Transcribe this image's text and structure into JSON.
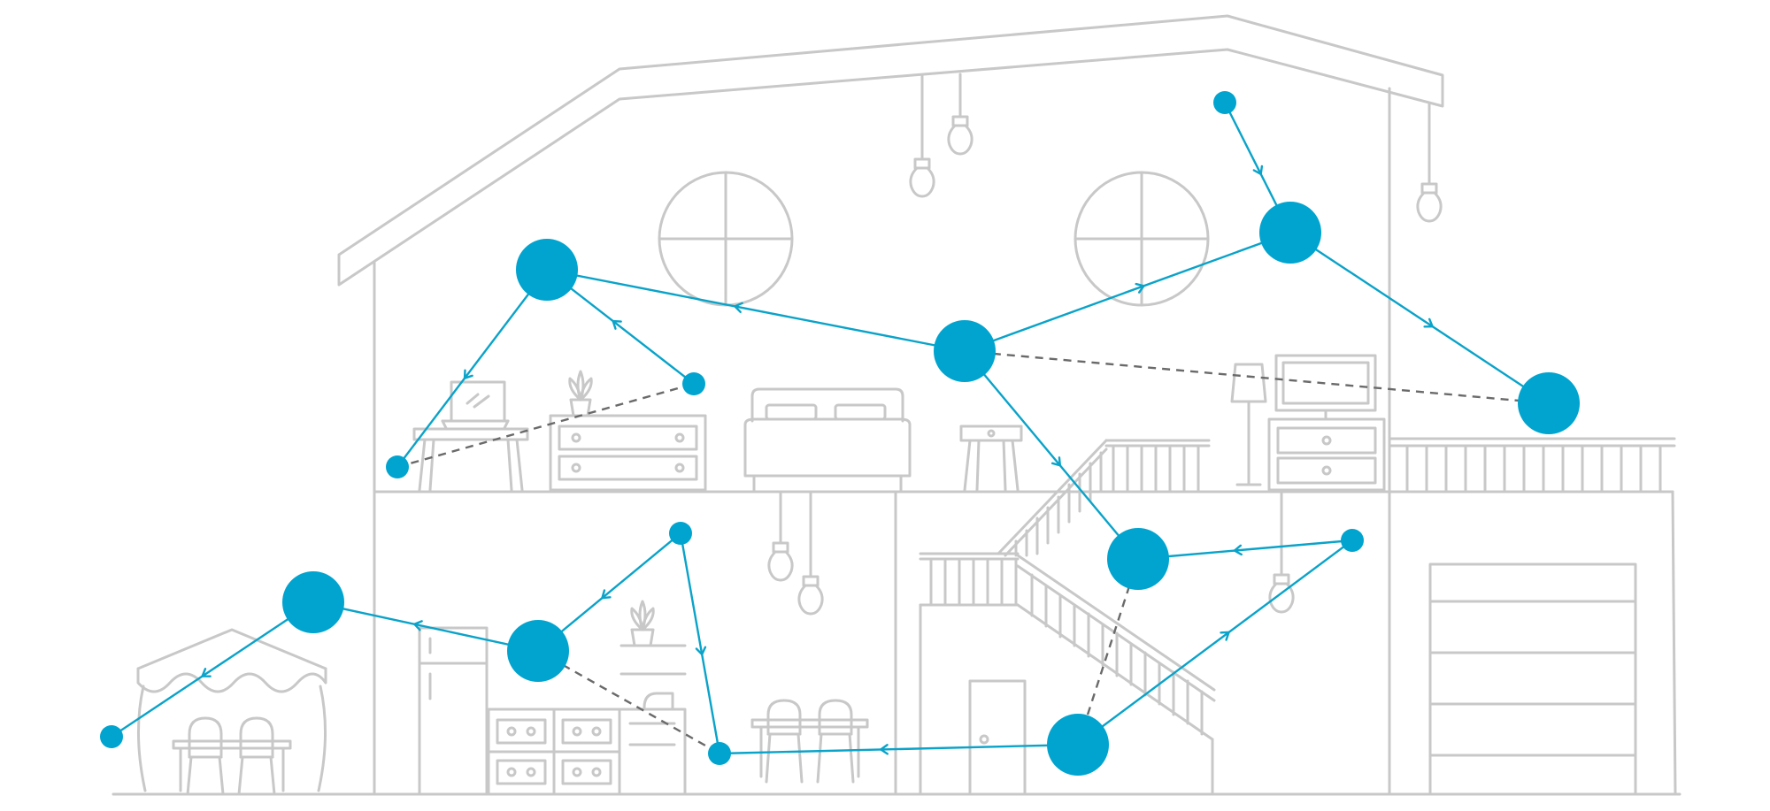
{
  "diagram": {
    "colors": {
      "node": "#00a4cf",
      "link": "#0aa3c9",
      "dashed_link": "#6a6a6a",
      "house_outline": "#c8c8c8"
    },
    "node_kinds": [
      "router",
      "satellite",
      "device"
    ],
    "nodes": [
      {
        "id": "n1",
        "kind": "satellite",
        "room": "upstairs-left"
      },
      {
        "id": "n2",
        "kind": "router",
        "room": "upstairs-center"
      },
      {
        "id": "n3",
        "kind": "satellite",
        "room": "upstairs-right"
      },
      {
        "id": "n4",
        "kind": "satellite",
        "room": "balcony"
      },
      {
        "id": "n5",
        "kind": "device",
        "room": "attic"
      },
      {
        "id": "n6",
        "kind": "device",
        "room": "upstairs-left"
      },
      {
        "id": "n7",
        "kind": "device",
        "room": "upstairs-left"
      },
      {
        "id": "n8",
        "kind": "satellite",
        "room": "stairwell"
      },
      {
        "id": "n9",
        "kind": "device",
        "room": "hallway"
      },
      {
        "id": "n10",
        "kind": "satellite",
        "room": "entrance"
      },
      {
        "id": "n11",
        "kind": "satellite",
        "room": "kitchen"
      },
      {
        "id": "n12",
        "kind": "device",
        "room": "kitchen"
      },
      {
        "id": "n13",
        "kind": "device",
        "room": "kitchen"
      },
      {
        "id": "n14",
        "kind": "satellite",
        "room": "patio"
      },
      {
        "id": "n15",
        "kind": "device",
        "room": "patio"
      }
    ],
    "links": [
      {
        "from": "n2",
        "to": "n1",
        "style": "solid"
      },
      {
        "from": "n1",
        "to": "n7",
        "style": "solid"
      },
      {
        "from": "n6",
        "to": "n1",
        "style": "solid"
      },
      {
        "from": "n7",
        "to": "n6",
        "style": "dashed"
      },
      {
        "from": "n2",
        "to": "n3",
        "style": "solid"
      },
      {
        "from": "n5",
        "to": "n3",
        "style": "solid"
      },
      {
        "from": "n3",
        "to": "n4",
        "style": "solid"
      },
      {
        "from": "n2",
        "to": "n4",
        "style": "dashed"
      },
      {
        "from": "n2",
        "to": "n8",
        "style": "solid"
      },
      {
        "from": "n9",
        "to": "n8",
        "style": "solid"
      },
      {
        "from": "n8",
        "to": "n10",
        "style": "dashed"
      },
      {
        "from": "n10",
        "to": "n9",
        "style": "solid"
      },
      {
        "from": "n10",
        "to": "n13",
        "style": "solid"
      },
      {
        "from": "n12",
        "to": "n13",
        "style": "solid"
      },
      {
        "from": "n12",
        "to": "n11",
        "style": "solid"
      },
      {
        "from": "n11",
        "to": "n13",
        "style": "dashed"
      },
      {
        "from": "n11",
        "to": "n14",
        "style": "solid"
      },
      {
        "from": "n14",
        "to": "n15",
        "style": "solid"
      }
    ]
  }
}
